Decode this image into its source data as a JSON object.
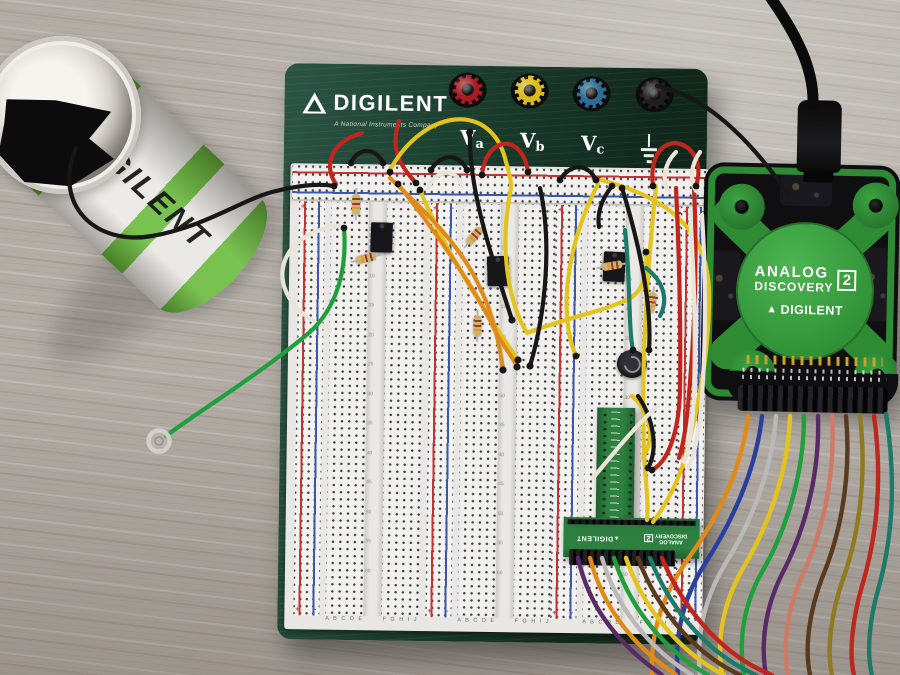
{
  "can": {
    "label": "DIGILENT"
  },
  "panel": {
    "brand": "DIGILENT",
    "tagline": "A National Instruments Company",
    "posts": [
      {
        "name": "va",
        "label_main": "V",
        "label_sub": "a"
      },
      {
        "name": "vb",
        "label_main": "V",
        "label_sub": "b"
      },
      {
        "name": "vc",
        "label_main": "V",
        "label_sub": "c"
      },
      {
        "name": "gnd",
        "icon": "ground-symbol"
      }
    ]
  },
  "breadboard": {
    "left_columns": "A B C D E",
    "right_columns": "F G H I J",
    "rail_plus": "+",
    "rail_minus": "−",
    "row_numbers": [
      "5",
      "10",
      "15",
      "20",
      "25",
      "30",
      "35",
      "40",
      "45",
      "50",
      "55",
      "60"
    ]
  },
  "ad2": {
    "line1": "ANALOG",
    "line2": "DISCOVERY",
    "badge": "2",
    "brand": "DIGILENT"
  },
  "adapter": {
    "brand": "DIGILENT",
    "line1": "ANALOG",
    "line2": "DISCOVERY",
    "badge": "2"
  },
  "colors": {
    "desk": "#b3ada6",
    "can_green": "#5cb32a",
    "plate_green": "#1d4232",
    "rail_red": "#c23434",
    "rail_blue": "#3a57b0",
    "post_red": "#a81c22",
    "post_yellow": "#ddb91c",
    "post_blue": "#2a6e96",
    "post_black": "#1f1f1f",
    "ad2_green": "#2e8b33",
    "ad2_sticker": "#2f8f35",
    "adapter_green": "#2d8040",
    "wire_red": "#c0261e",
    "wire_yellow": "#e3c31d",
    "wire_orange": "#e08a1a",
    "wire_black": "#171717",
    "wire_green": "#1fa03c",
    "wire_white": "#e9e4d8",
    "wire_teal": "#1c7a6a",
    "wire_blue": "#2a3f9e",
    "wire_gray": "#b9b9b9",
    "wire_purple": "#5a2a66",
    "wire_salmon": "#cf7a66",
    "wire_brown": "#5a3a1e",
    "wire_olive": "#8f7a1f"
  }
}
